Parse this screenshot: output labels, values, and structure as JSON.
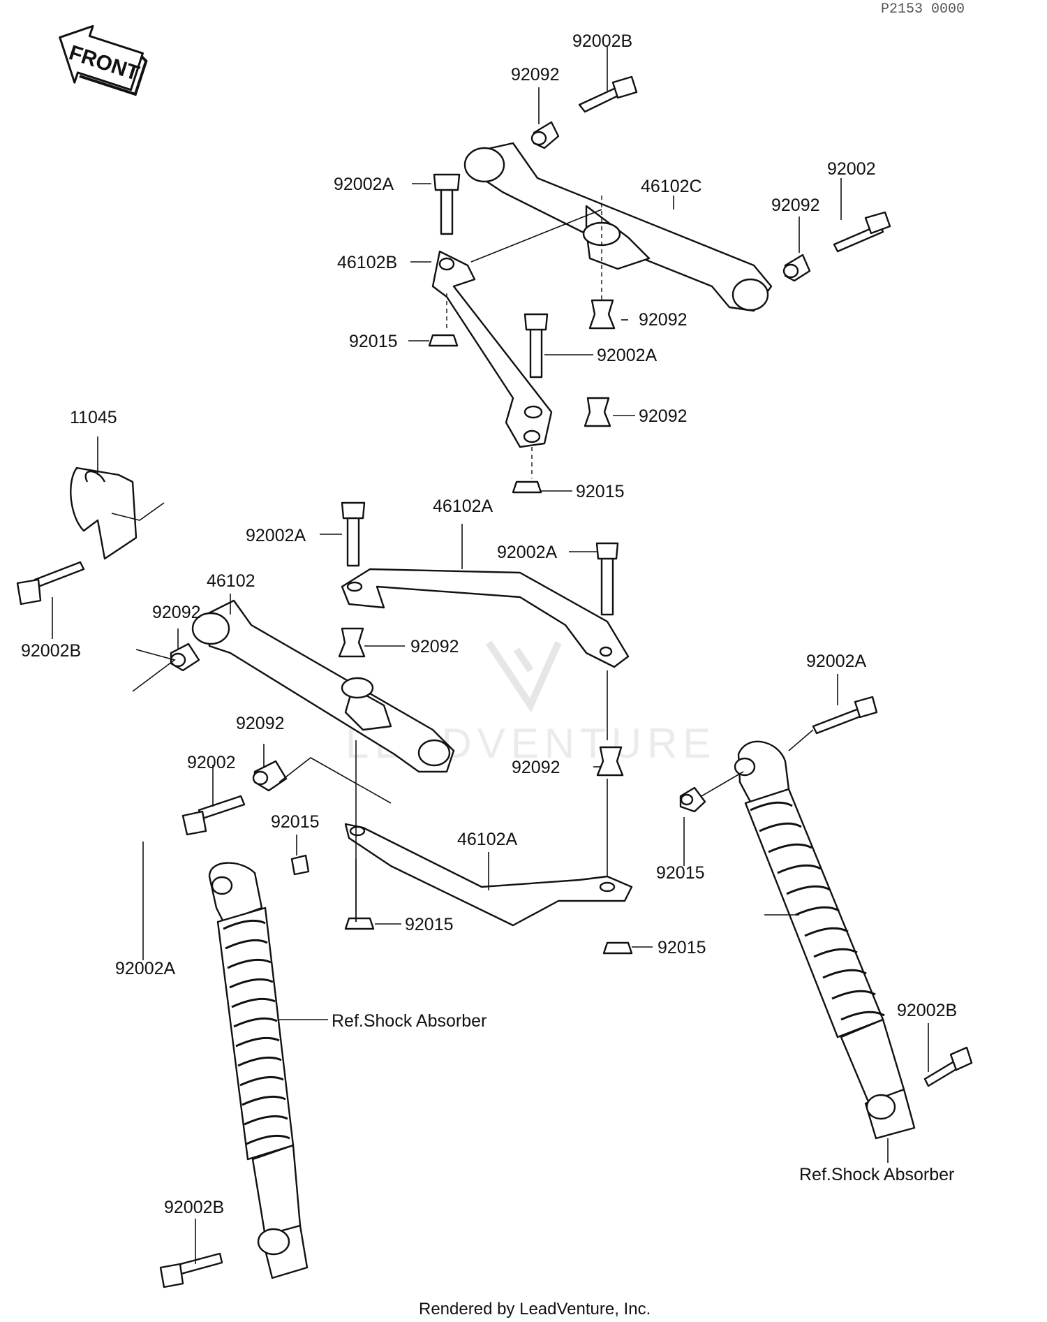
{
  "header": {
    "page_code": "P2153 0000"
  },
  "front_arrow": {
    "label": "FRONT"
  },
  "watermark": {
    "text": "LEADVENTURE"
  },
  "footer": {
    "text": "Rendered by LeadVenture, Inc."
  },
  "labels": [
    "92002B",
    "92092",
    "92002",
    "46102C",
    "92002A",
    "46102B",
    "92092",
    "92015",
    "92002A",
    "92092",
    "92015",
    "11045",
    "46102A",
    "92002A",
    "92002A",
    "46102",
    "92092",
    "92092",
    "92002B",
    "92002A",
    "92092",
    "92002",
    "92015",
    "92092",
    "46102A",
    "92015",
    "92002A",
    "92015",
    "92015",
    "Ref.Shock Absorber",
    "92002B",
    "Ref.Shock Absorber",
    "92002B",
    "92092"
  ]
}
